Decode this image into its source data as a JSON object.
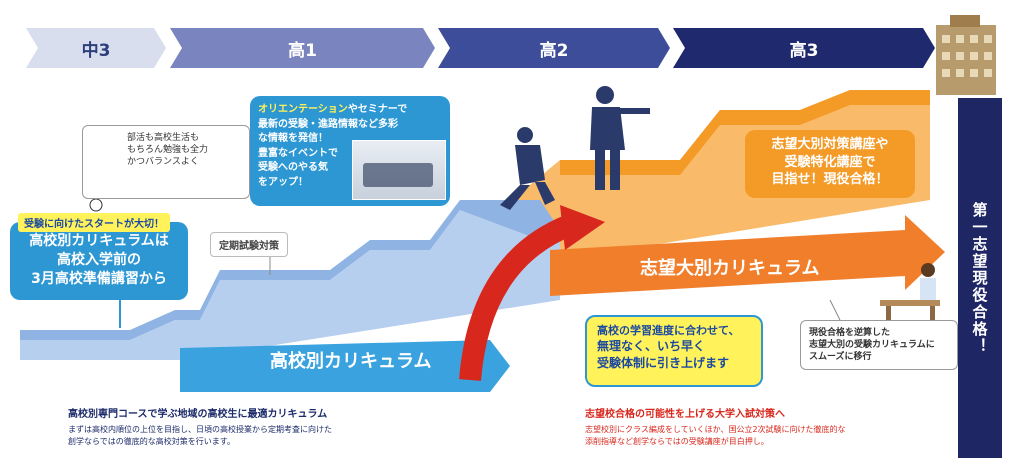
{
  "grades": [
    {
      "label": "中3",
      "color": "#d9deee",
      "text_color": "#2c3e7c"
    },
    {
      "label": "高1",
      "color": "#7a84be"
    },
    {
      "label": "高2",
      "color": "#3e4d9a"
    },
    {
      "label": "高3",
      "color": "#1f2a6e"
    }
  ],
  "goal_banner": {
    "text": "第一志望現役合格！",
    "color": "#1e2664"
  },
  "start_badge": "受験に向けたスタートが大切！",
  "start_bubble": [
    "高校別カリキュラムは",
    "高校入学前の",
    "3月高校準備講習から"
  ],
  "club_callout": [
    "部活も高校生活も",
    "もちろん勉強も全力",
    "かつバランスよく"
  ],
  "exam_label": "定期試験対策",
  "orientation_bubble": {
    "highlight": "オリエンテーション",
    "lines": [
      "やセミナーで",
      "最新の受験・進路情報など多彩",
      "な情報を発信！",
      "豊富なイベントで",
      "受験へのやる気",
      "をアップ！"
    ]
  },
  "school_curriculum_label": "高校別カリキュラム",
  "univ_curriculum_label": "志望大別カリキュラム",
  "univ_course_bubble": [
    "志望大別対策講座や",
    "受験特化講座で",
    "目指せ！現役合格！"
  ],
  "progress_callout": [
    "高校の学習進度に合わせて、",
    "無理なく、いち早く",
    "受験体制に引き上げます"
  ],
  "reverse_callout": [
    "現役合格を逆算した",
    "志望大別の受験カリキュラムに",
    "スムーズに移行"
  ],
  "footer_left": {
    "title": "高校別専門コースで学ぶ地域の高校生に最適カリキュラム",
    "body": [
      "まずは高校内順位の上位を目指し、日頃の高校授業から定期考査に向けた",
      "創学ならではの徹底的な高校対策を行います。"
    ]
  },
  "footer_right": {
    "title": "志望校合格の可能性を上げる大学入試対策へ",
    "body": [
      "志望校別にクラス編成をしていくほか、国公立2次試験に向けた徹底的な",
      "添削指導など創学ならではの受験講座が目白押し。"
    ]
  },
  "colors": {
    "blue_stair": "#8fb3e2",
    "orange": "#f39a27",
    "red_arrow": "#d8281d",
    "yellow": "#fff25a"
  }
}
